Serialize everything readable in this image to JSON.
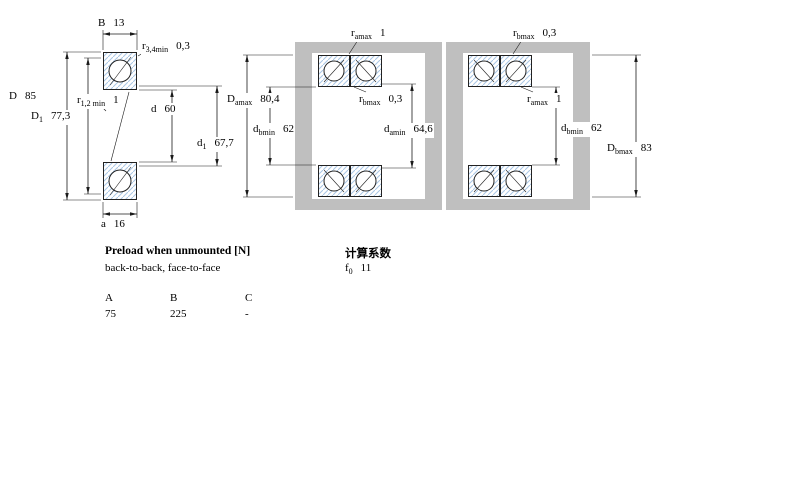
{
  "drawing": {
    "colors": {
      "line": "#1a1a1a",
      "housing_gray": "#bfbfbf",
      "bearing_hatch": "#a8c6e5"
    },
    "left": {
      "B": {
        "base": "B",
        "value": "13"
      },
      "r34": {
        "base": "r",
        "sub": "3,4min",
        "value": "0,3"
      },
      "D": {
        "base": "D",
        "value": "85"
      },
      "r12": {
        "base": "r",
        "sub": "1,2 min",
        "value": "1"
      },
      "D1": {
        "base": "D",
        "sub": "1",
        "value": "77,3"
      },
      "d": {
        "base": "d",
        "value": "60"
      },
      "d1": {
        "base": "d",
        "sub": "1",
        "value": "67,7"
      },
      "a": {
        "base": "a",
        "value": "16"
      }
    },
    "middle": {
      "ramax": {
        "base": "r",
        "sub": "amax",
        "value": "1"
      },
      "Damax": {
        "base": "D",
        "sub": "amax",
        "value": "80,4"
      },
      "rbmax": {
        "base": "r",
        "sub": "bmax",
        "value": "0,3"
      },
      "dbmin": {
        "base": "d",
        "sub": "bmin",
        "value": "62"
      },
      "damin": {
        "base": "d",
        "sub": "amin",
        "value": "64,6"
      }
    },
    "right": {
      "rbmax": {
        "base": "r",
        "sub": "bmax",
        "value": "0,3"
      },
      "ramax": {
        "base": "r",
        "sub": "amax",
        "value": "1"
      },
      "dbmin": {
        "base": "d",
        "sub": "bmin",
        "value": "62"
      },
      "Dbmax": {
        "base": "D",
        "sub": "bmax",
        "value": "83"
      }
    }
  },
  "preload": {
    "title": "Preload when unmounted [N]",
    "subtitle": "back-to-back, face-to-face",
    "columns": [
      "A",
      "B",
      "C"
    ],
    "values": [
      "75",
      "225",
      "-"
    ]
  },
  "calculation": {
    "title": "计算系数",
    "f0": {
      "base": "f",
      "sub": "0",
      "value": "11"
    }
  }
}
